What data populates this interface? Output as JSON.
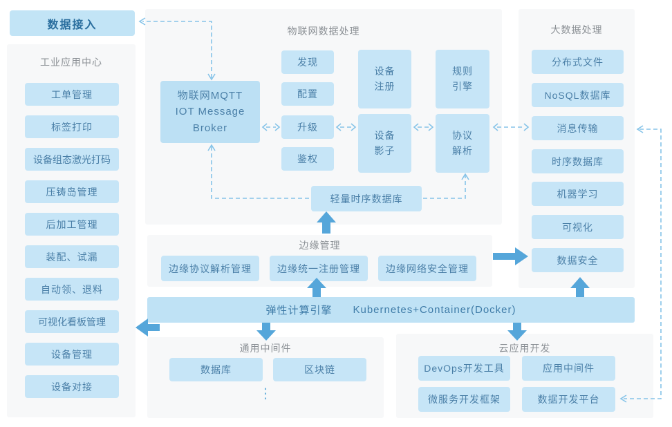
{
  "colors": {
    "node_fill": "#c6e5f7",
    "broker_fill": "#bce0f4",
    "panel_bg": "#f7f8f9",
    "solid_arrow": "#55a6da",
    "dashed_line": "#85c3e8",
    "node_text": "#4a7fa7",
    "title_text": "#8b9095",
    "data_access_text": "#2a6e9e"
  },
  "data_access": {
    "label": "数据接入"
  },
  "app_center": {
    "title": "工业应用中心",
    "items": [
      "工单管理",
      "标签打印",
      "设备组态激光打码",
      "压铸岛管理",
      "后加工管理",
      "装配、试漏",
      "自动领、退料",
      "可视化看板管理",
      "设备管理",
      "设备对接"
    ]
  },
  "iot": {
    "title": "物联网数据处理",
    "broker": "物联网MQTT\nIOT Message\nBroker",
    "functions": [
      "发现",
      "配置",
      "升级",
      "鉴权"
    ],
    "device_register": "设备\n注册",
    "device_shadow": "设备\n影子",
    "rule_engine": "规则\n引擎",
    "protocol_parse": "协议\n解析",
    "tsdb": "轻量时序数据库"
  },
  "bigdata": {
    "title": "大数据处理",
    "items": [
      "分布式文件",
      "NoSQL数据库",
      "消息传输",
      "时序数据库",
      "机器学习",
      "可视化",
      "数据安全"
    ]
  },
  "edge": {
    "title": "边缘管理",
    "items": [
      "边缘协议解析管理",
      "边缘统一注册管理",
      "边缘网络安全管理"
    ]
  },
  "compute": {
    "engine": "弹性计算引擎",
    "stack": "Kubernetes+Container(Docker)"
  },
  "middleware": {
    "title": "通用中间件",
    "items": [
      "数据库",
      "区块链"
    ],
    "more_indicator": "⋮"
  },
  "cloud": {
    "title": "云应用开发",
    "items": [
      "DevOps开发工具",
      "应用中间件",
      "微服务开发框架",
      "数据开发平台"
    ]
  }
}
